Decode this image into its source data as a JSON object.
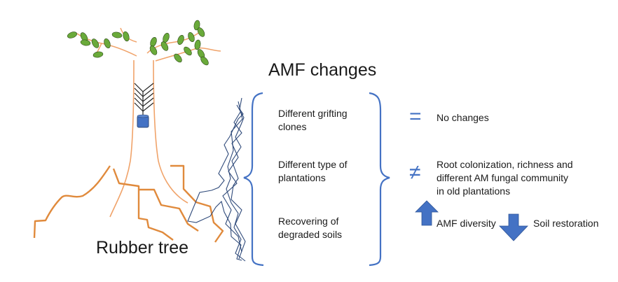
{
  "title": "AMF changes",
  "tree_label": "Rubber tree",
  "factors": [
    {
      "label": "Different grifting\nclones"
    },
    {
      "label": "Different type of\nplantations"
    },
    {
      "label": "Recovering of\ndegraded soils"
    }
  ],
  "outcomes": [
    {
      "symbol_name": "equals-icon",
      "symbol": "=",
      "text": "No changes"
    },
    {
      "symbol_name": "not-equal-icon",
      "symbol": "≠",
      "text": "Root colonization, richness and\ndifferent AM fungal community\nin old plantations"
    },
    {
      "up_text": "AMF diversity",
      "down_text": "Soil restoration"
    }
  ],
  "colors": {
    "accent_blue": "#4472c4",
    "root_orange": "#e08a3c",
    "trunk_orange": "#f0a36a",
    "leaf_green": "#6aaa3a",
    "hyphae_navy": "#2f4a7a"
  }
}
